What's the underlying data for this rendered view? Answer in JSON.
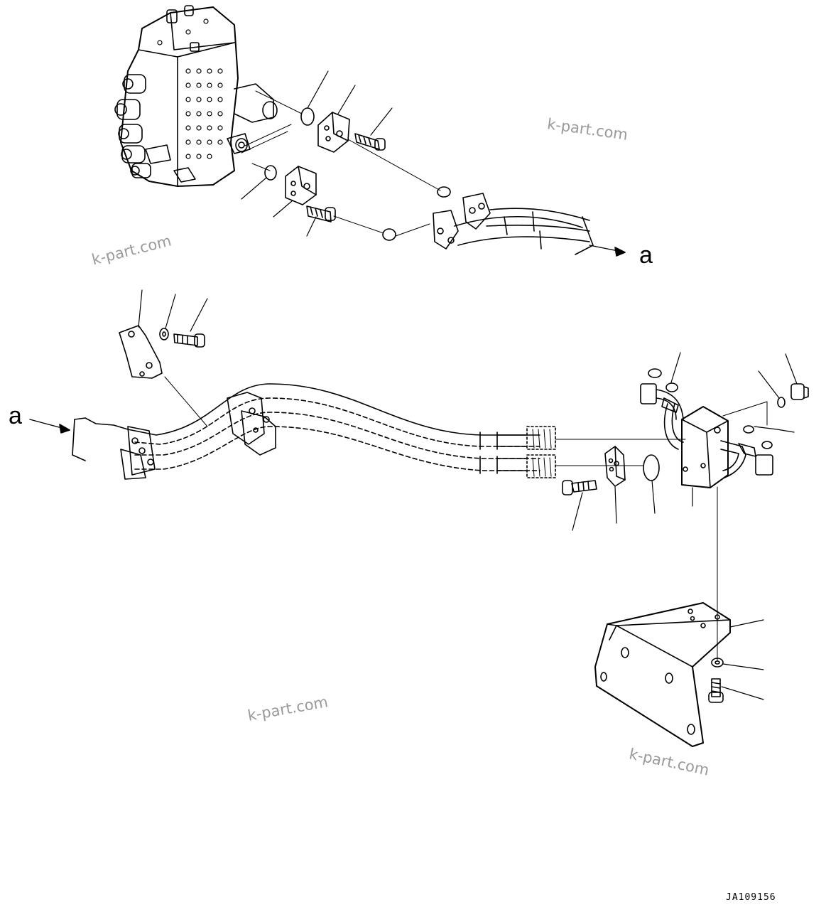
{
  "watermark": "k-part.com",
  "section_refs": {
    "upper": "a",
    "lower": "a"
  },
  "figure_code": "JA109156",
  "colors": {
    "line": "#000000",
    "watermark": "#9a9a9a",
    "background": "#ffffff"
  }
}
